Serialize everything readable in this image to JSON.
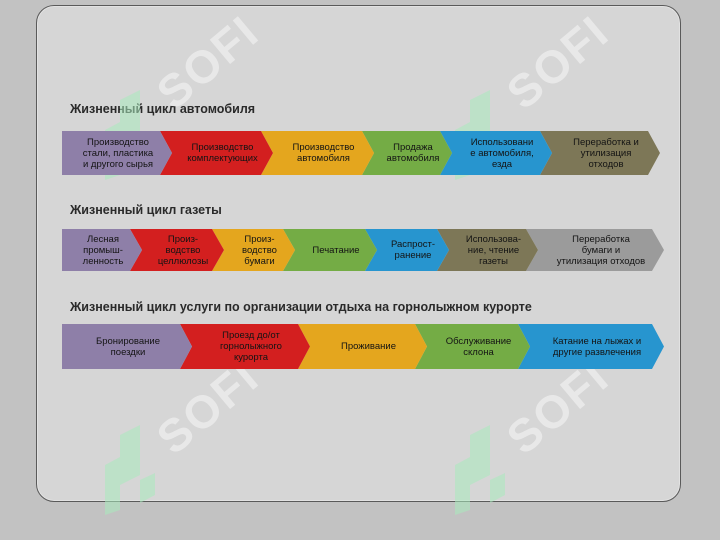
{
  "watermark": {
    "text": "SOFI",
    "color": "#ffffff"
  },
  "sections": [
    {
      "title": "Жизненный цикл автомобиля",
      "stages": [
        {
          "label": "Производство\nстали, пластика\nи другого сырья",
          "color": "#8e7fa8"
        },
        {
          "label": "Производство\nкомплектующих",
          "color": "#d31f1f"
        },
        {
          "label": "Производство\nавтомобиля",
          "color": "#e4a61e"
        },
        {
          "label": "Продажа\nавтомобиля",
          "color": "#74ac45"
        },
        {
          "label": "Использовани\nе автомобиля,\nезда",
          "color": "#2795cf"
        },
        {
          "label": "Переработка и\nутилизация\nотходов",
          "color": "#7d7757"
        }
      ]
    },
    {
      "title": "Жизненный цикл газеты",
      "stages": [
        {
          "label": "Лесная\nпромыш-\nленность",
          "color": "#8e7fa8"
        },
        {
          "label": "Произ-\nводство\nцеллюлозы",
          "color": "#d31f1f"
        },
        {
          "label": "Произ-\nводство\nбумаги",
          "color": "#e4a61e"
        },
        {
          "label": "Печатание",
          "color": "#74ac45"
        },
        {
          "label": "Распрост-\nранение",
          "color": "#2795cf"
        },
        {
          "label": "Использова-\nние, чтение\nгазеты",
          "color": "#7d7757"
        },
        {
          "label": "Переработка\nбумаги и\nутилизация отходов",
          "color": "#9b9b9b"
        }
      ]
    },
    {
      "title": "Жизненный цикл услуги по организации отдыха на горнолыжном курорте",
      "stages": [
        {
          "label": "Бронирование\nпоездки",
          "color": "#8e7fa8"
        },
        {
          "label": "Проезд до/от\nгорнолыжного\nкурорта",
          "color": "#d31f1f"
        },
        {
          "label": "Проживание",
          "color": "#e4a61e"
        },
        {
          "label": "Обслуживание\nсклона",
          "color": "#74ac45"
        },
        {
          "label": "Катание на лыжах и\nдругие развлечения",
          "color": "#2795cf"
        }
      ]
    }
  ]
}
